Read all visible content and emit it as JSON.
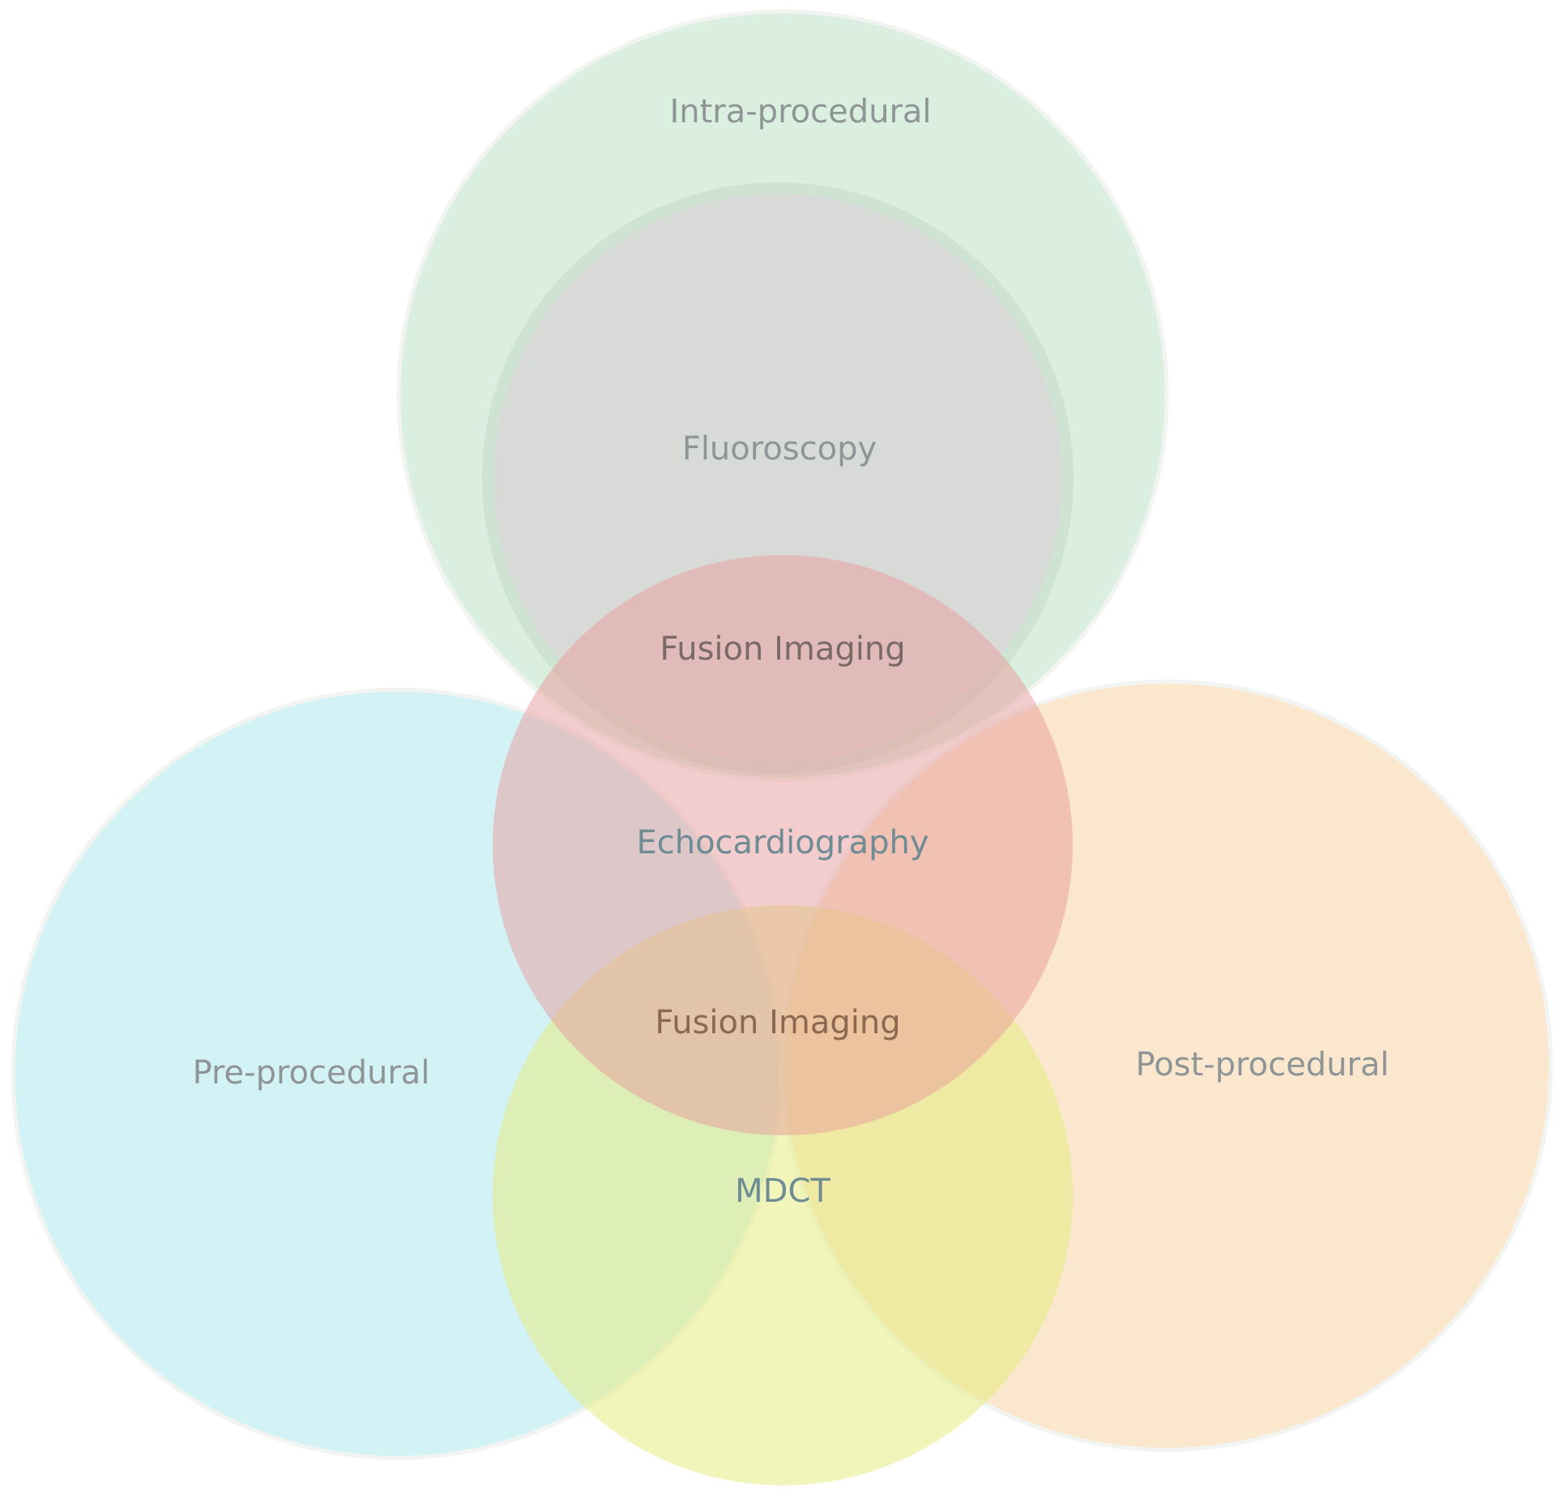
{
  "diagram": {
    "type": "venn",
    "sets": [
      {
        "key": "intra",
        "label": "Intra-procedural",
        "color": "#d7eedc"
      },
      {
        "key": "pre",
        "label": "Pre-procedural",
        "color": "#d2f0f3"
      },
      {
        "key": "post",
        "label": "Post-procedural",
        "color": "#f9e6c9"
      },
      {
        "key": "fluoro",
        "label": "Fluoroscopy",
        "color": "#d9d9d9"
      },
      {
        "key": "echo",
        "label": "Echocardiography",
        "color": "#e4a3a3"
      },
      {
        "key": "mdct",
        "label": "MDCT",
        "color": "#dfe97c"
      }
    ],
    "region_labels": {
      "fusion_top": "Fusion Imaging",
      "fusion_bottom": "Fusion Imaging"
    }
  }
}
